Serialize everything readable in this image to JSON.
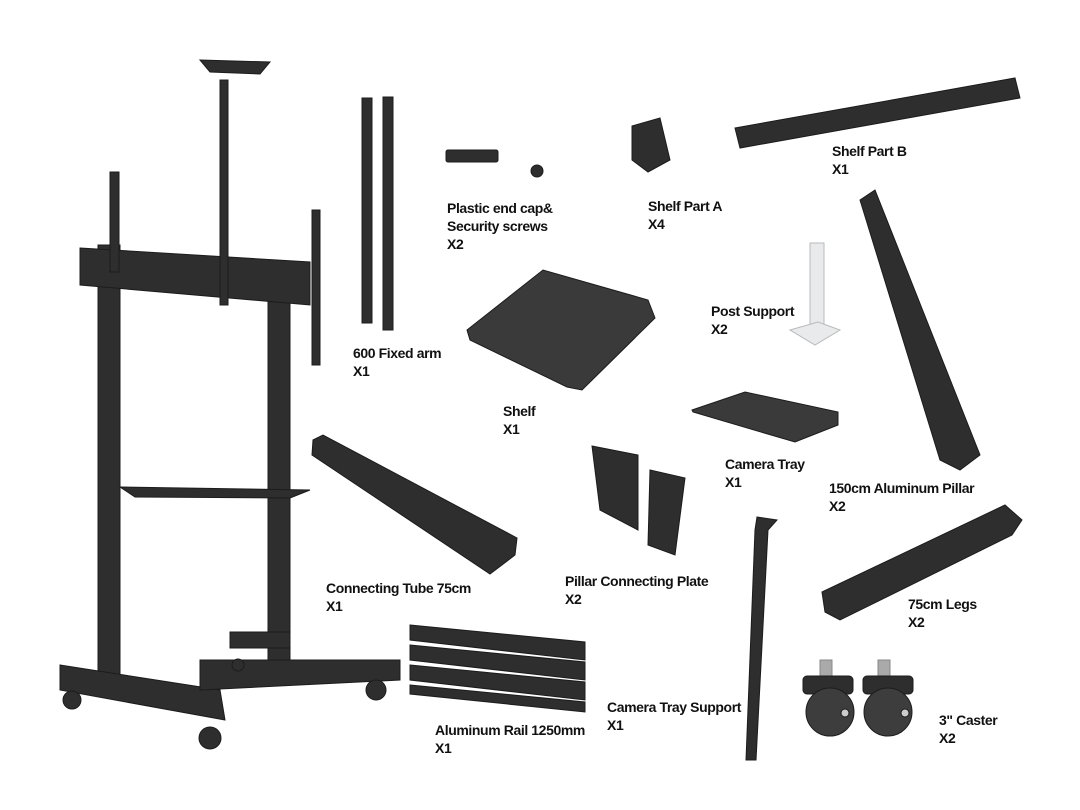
{
  "colors": {
    "metal": "#2e2e2e",
    "dark": "#1c1c1c",
    "highlight": "#4a4a4a",
    "post": "#e8eaec"
  },
  "parts": [
    {
      "id": "shelf-part-b",
      "name": "Shelf Part B",
      "qty": "X1"
    },
    {
      "id": "plastic-end-cap",
      "name": [
        "Plastic end cap&",
        "Security screws"
      ],
      "qty": "X2"
    },
    {
      "id": "shelf-part-a",
      "name": "Shelf Part A",
      "qty": "X4"
    },
    {
      "id": "post-support",
      "name": "Post Support",
      "qty": "X2"
    },
    {
      "id": "fixed-arm",
      "name": "600 Fixed arm",
      "qty": "X1"
    },
    {
      "id": "shelf",
      "name": "Shelf",
      "qty": "X1"
    },
    {
      "id": "camera-tray",
      "name": "Camera Tray",
      "qty": "X1"
    },
    {
      "id": "aluminum-pillar",
      "name": "150cm Aluminum Pillar",
      "qty": "X2"
    },
    {
      "id": "pillar-connecting-plate",
      "name": "Pillar Connecting Plate",
      "qty": "X2"
    },
    {
      "id": "connecting-tube",
      "name": "Connecting Tube 75cm",
      "qty": "X1"
    },
    {
      "id": "legs",
      "name": "75cm Legs",
      "qty": "X2"
    },
    {
      "id": "camera-tray-support",
      "name": "Camera Tray Support",
      "qty": "X1"
    },
    {
      "id": "caster",
      "name": "3\" Caster",
      "qty": "X2"
    },
    {
      "id": "aluminum-rail",
      "name": "Aluminum Rail 1250mm",
      "qty": "X1"
    }
  ]
}
